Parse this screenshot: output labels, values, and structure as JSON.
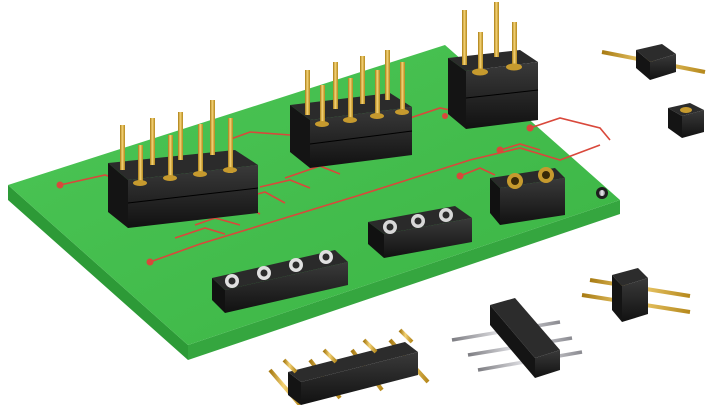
{
  "scene": {
    "subject": "pcb-with-pin-headers-and-sockets",
    "background_color": "#ffffff",
    "board_color": "#3fbf4a",
    "board_edge_color": "#2f9a38",
    "trace_color": "#d9483b",
    "connector_body_color": "#1e1e1e",
    "gold_pin_color": "#d4a531",
    "silver_pin_color": "#b8b8bc"
  },
  "components": [
    {
      "name": "dual-row-header-2x4",
      "pins": "gold",
      "count": 8
    },
    {
      "name": "stacked-header-2x4",
      "pins": "gold",
      "count": 8
    },
    {
      "name": "stacked-header-2x2",
      "pins": "gold",
      "count": 4
    },
    {
      "name": "socket-1x3",
      "contacts": "gold",
      "count": 3
    },
    {
      "name": "socket-1x4",
      "contacts": "gold",
      "count": 4
    },
    {
      "name": "socket-2x1",
      "contacts": "gold",
      "count": 2
    },
    {
      "name": "loose-pin-header-1x4",
      "pins": "gold",
      "count": 4
    },
    {
      "name": "loose-pin-header-1x3",
      "pins": "silver",
      "count": 3
    },
    {
      "name": "loose-pin-header-1x2",
      "pins": "gold",
      "count": 2
    },
    {
      "name": "single-pin-header",
      "pins": "gold",
      "count": 1
    },
    {
      "name": "single-socket",
      "pins": "silver",
      "count": 1
    }
  ]
}
